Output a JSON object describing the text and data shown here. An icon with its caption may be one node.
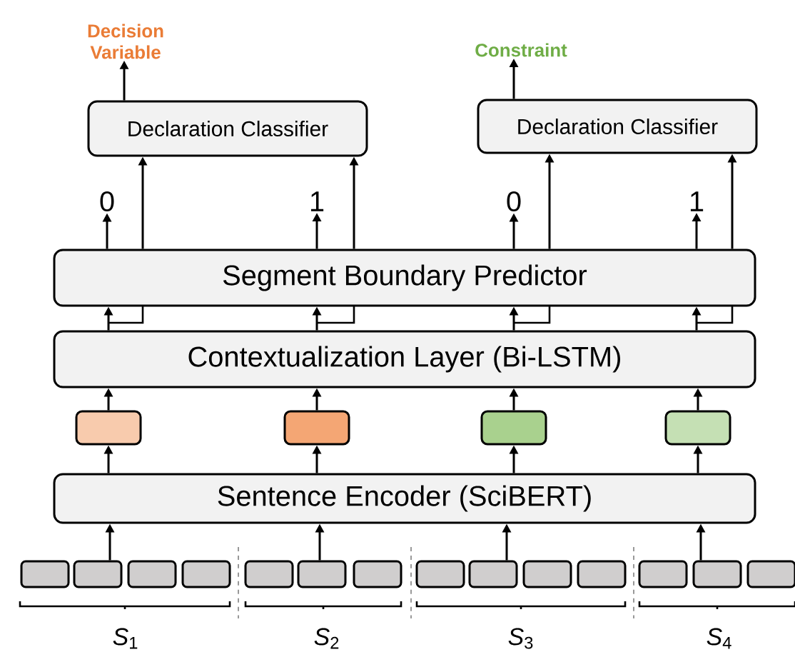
{
  "diagram": {
    "nodes": [
      {
        "text": [
          "Decision Variable"
        ]
      },
      {
        "text": [
          "Constraint"
        ]
      },
      {
        "text": [
          "Declaration Classifier"
        ]
      },
      {
        "text": [
          "Declaration Classifier"
        ]
      },
      {
        "text": [
          "0"
        ]
      },
      {
        "text": [
          "1"
        ]
      },
      {
        "text": [
          "0"
        ]
      },
      {
        "text": [
          "1"
        ]
      },
      {
        "text": [
          "Segment Boundary Predictor"
        ]
      },
      {
        "text": [
          "Contextualization Layer (Bi-LSTM)"
        ]
      },
      {
        "text": [],
        "shape": "box"
      },
      {
        "text": [],
        "shape": "box"
      },
      {
        "text": [],
        "shape": "box"
      },
      {
        "text": [],
        "shape": "box"
      },
      {
        "text": [
          "Sentence Encoder (SciBERT)"
        ]
      },
      {
        "text": [],
        "shape": "box"
      },
      {
        "text": [],
        "shape": "box"
      },
      {
        "text": [],
        "shape": "box"
      },
      {
        "text": [],
        "shape": "box"
      },
      {
        "text": [],
        "shape": "box"
      },
      {
        "text": [],
        "shape": "box"
      },
      {
        "text": [],
        "shape": "box"
      },
      {
        "text": [],
        "shape": "box"
      },
      {
        "text": [],
        "shape": "box"
      },
      {
        "text": [],
        "shape": "box"
      },
      {
        "text": [],
        "shape": "box"
      },
      {
        "text": [],
        "shape": "box"
      },
      {
        "text": [],
        "shape": "box"
      },
      {
        "text": [],
        "shape": "box"
      }
    ],
    "edges": [
      {
        "from": 2,
        "to": 0,
        "arrow": "to"
      },
      {
        "from": 3,
        "to": 1,
        "arrow": "to"
      },
      {
        "from": 8,
        "to": 4,
        "arrow": "to"
      },
      {
        "from": 8,
        "to": 2,
        "arrow": "to"
      },
      {
        "from": 8,
        "to": 5,
        "arrow": "to"
      },
      {
        "from": 8,
        "to": 2,
        "arrow": "to"
      },
      {
        "from": 8,
        "to": 6,
        "arrow": "to"
      },
      {
        "from": 8,
        "to": 3,
        "arrow": "to"
      },
      {
        "from": 8,
        "to": 7,
        "arrow": "to"
      },
      {
        "from": 8,
        "to": 3,
        "arrow": "to"
      },
      {
        "from": 9,
        "to": 8,
        "arrow": "to"
      },
      {
        "from": 9,
        "to": 8,
        "arrow": "to"
      },
      {
        "from": 9,
        "to": 8,
        "arrow": "to"
      },
      {
        "from": 9,
        "to": 8,
        "arrow": "to"
      },
      {
        "from": 10,
        "to": 9,
        "arrow": "to"
      },
      {
        "from": 11,
        "to": 9,
        "arrow": "to"
      },
      {
        "from": 12,
        "to": 9,
        "arrow": "to"
      },
      {
        "from": 13,
        "to": 9,
        "arrow": "to"
      },
      {
        "from": 14,
        "to": 10,
        "arrow": "to"
      },
      {
        "from": 14,
        "to": 11,
        "arrow": "to"
      },
      {
        "from": 14,
        "to": 12,
        "arrow": "to"
      },
      {
        "from": 14,
        "to": 13,
        "arrow": "to"
      },
      {
        "from": 16,
        "to": 14,
        "arrow": "to"
      },
      {
        "from": 20,
        "to": 14,
        "arrow": "to"
      },
      {
        "from": 23,
        "to": 14,
        "arrow": "to"
      },
      {
        "from": 27,
        "to": 14,
        "arrow": "to"
      }
    ],
    "labels": [
      "*S*$_{1}$",
      "*S*$_{2}$",
      "*S*$_{3}$",
      "*S*$_{4}$"
    ]
  }
}
